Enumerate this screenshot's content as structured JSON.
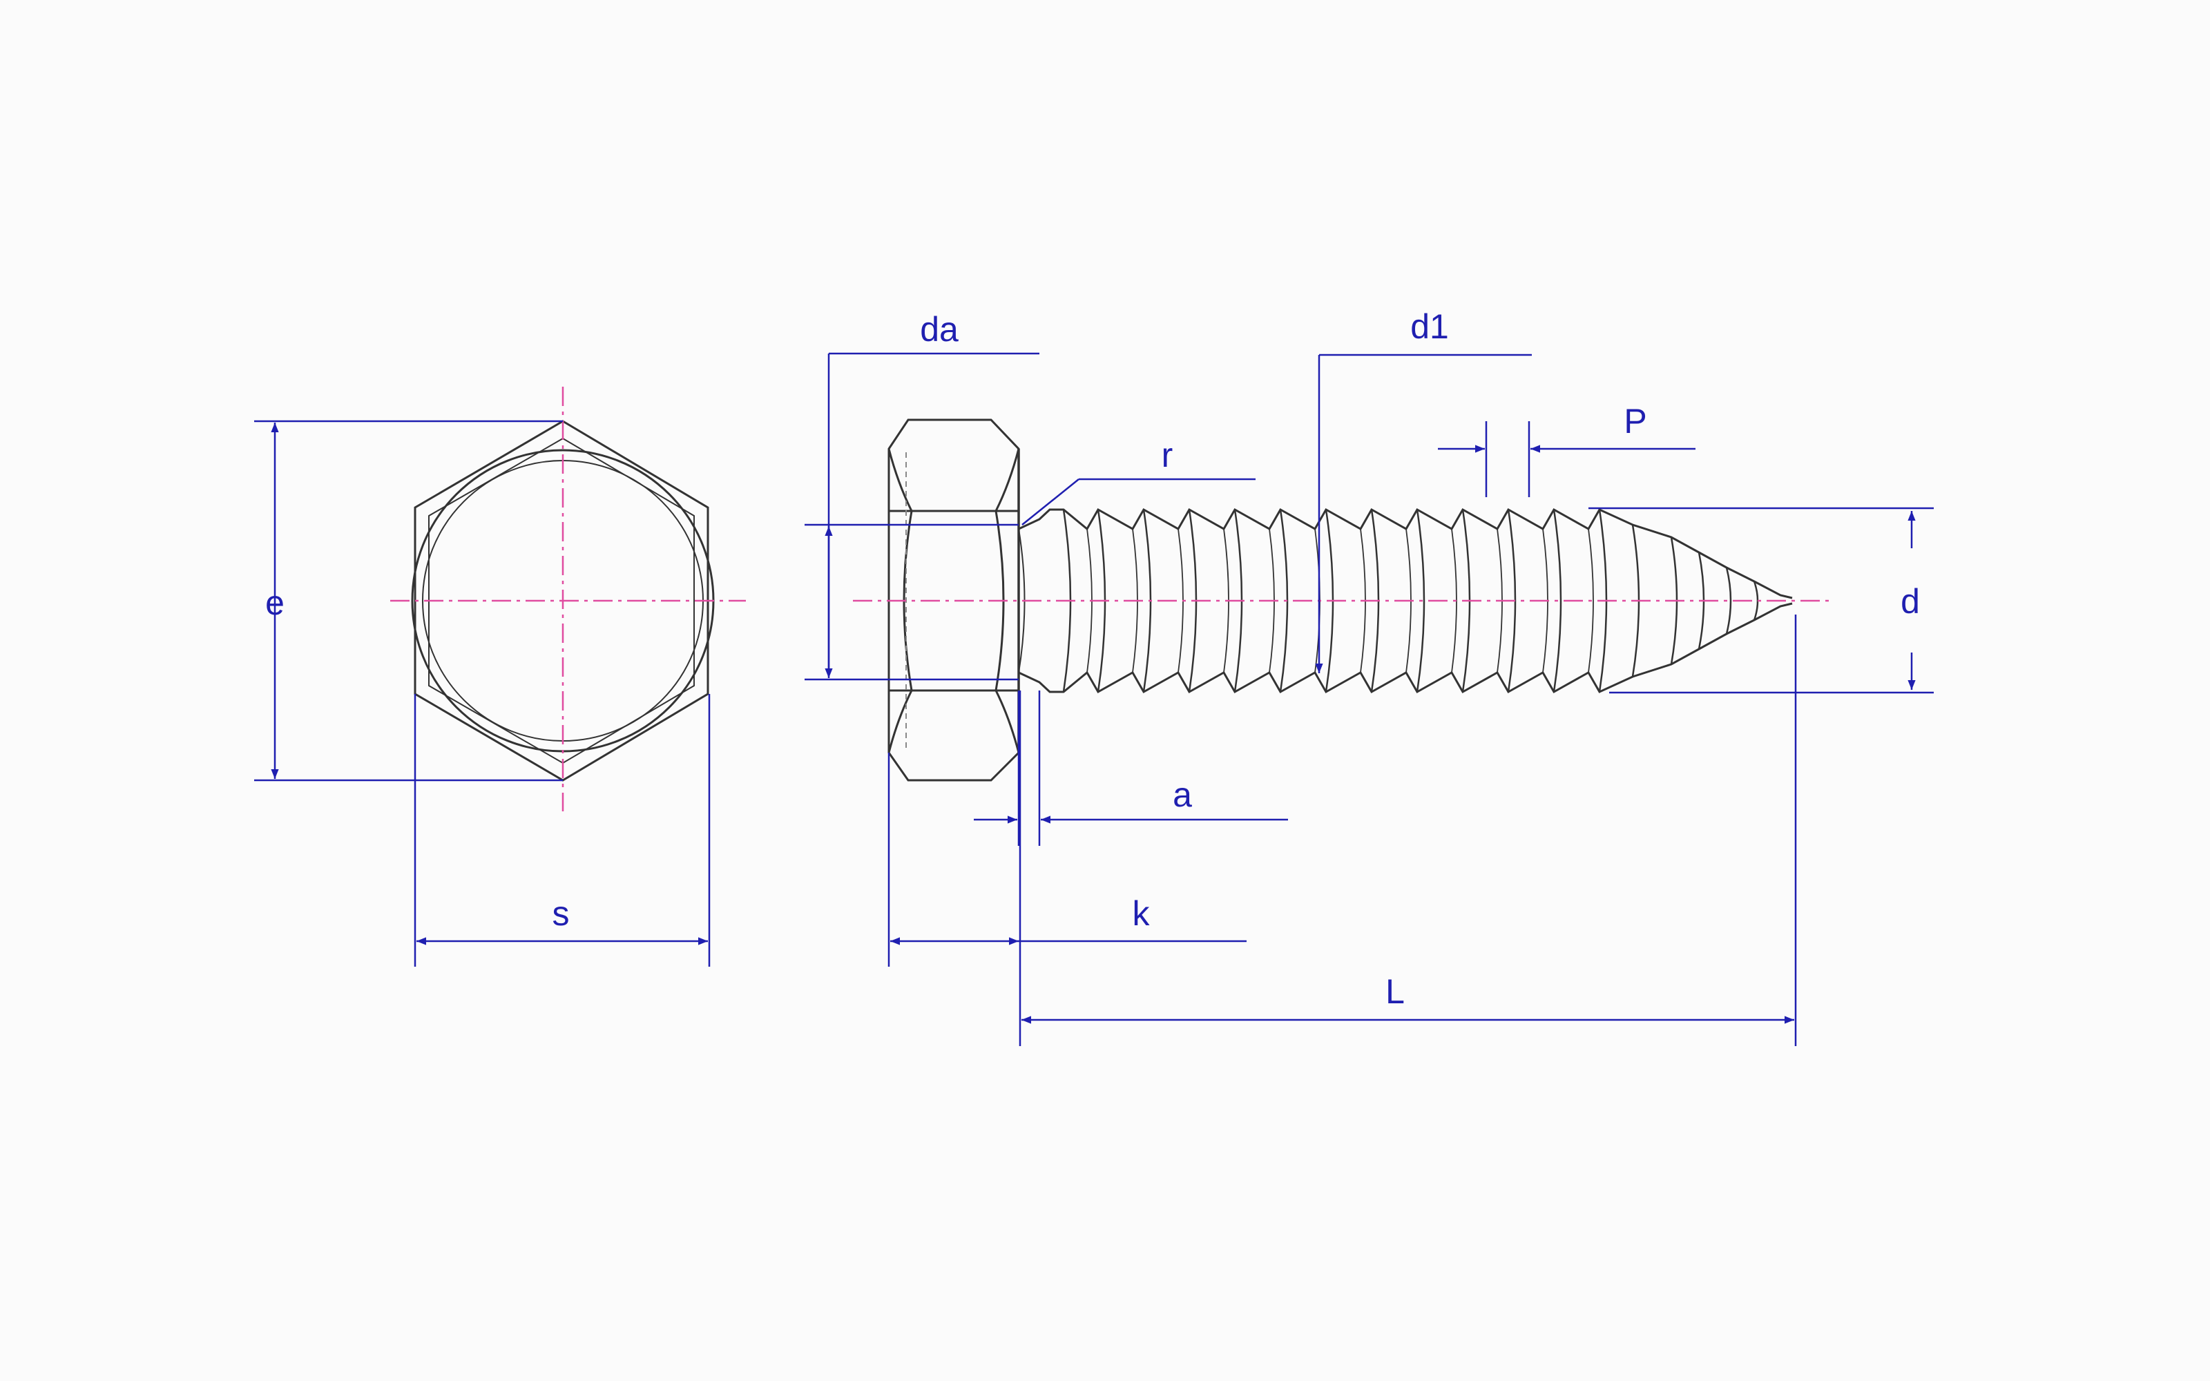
{
  "labels": {
    "e": "e",
    "s": "s",
    "da": "da",
    "r": "r",
    "d1": "d1",
    "P": "P",
    "d": "d",
    "a": "a",
    "k": "k",
    "L": "L"
  },
  "colors": {
    "outline": "#333333",
    "dimension": "#1f1fb0",
    "centerline": "#e04ca0",
    "background": "#fbfbfb"
  }
}
